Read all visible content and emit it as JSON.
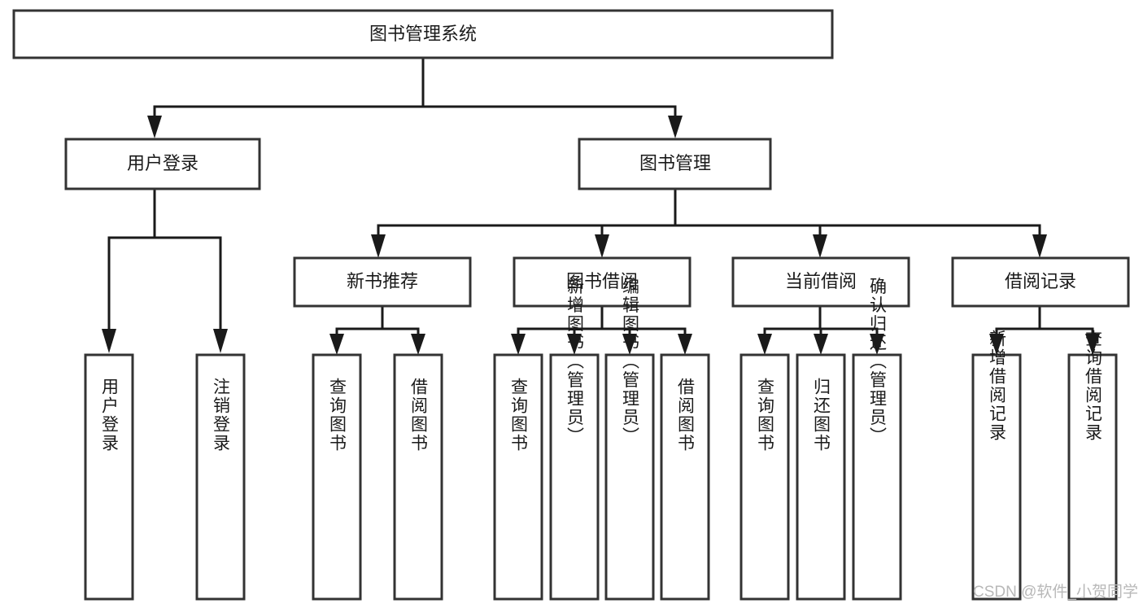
{
  "diagram": {
    "type": "tree-hierarchy",
    "title": "图书管理系统",
    "watermark": "CSDN @软件_小贺同学",
    "levels": {
      "root": {
        "label": "图书管理系统"
      },
      "level2": [
        {
          "id": "user-login",
          "label": "用户登录"
        },
        {
          "id": "book-management",
          "label": "图书管理"
        }
      ],
      "level3": [
        {
          "id": "new-book-recommend",
          "label": "新书推荐",
          "parent": "book-management"
        },
        {
          "id": "book-borrow",
          "label": "图书借阅",
          "parent": "book-management"
        },
        {
          "id": "current-borrow",
          "label": "当前借阅",
          "parent": "book-management"
        },
        {
          "id": "borrow-record",
          "label": "借阅记录",
          "parent": "book-management"
        }
      ],
      "leaves": [
        {
          "id": "leaf-user-login",
          "label": "用户登录",
          "parent": "user-login"
        },
        {
          "id": "leaf-logout-login",
          "label": "注销登录",
          "parent": "user-login"
        },
        {
          "id": "leaf-query-book-1",
          "label": "查询图书",
          "parent": "new-book-recommend"
        },
        {
          "id": "leaf-borrow-book-1",
          "label": "借阅图书",
          "parent": "new-book-recommend"
        },
        {
          "id": "leaf-query-book-2",
          "label": "查询图书",
          "parent": "book-borrow"
        },
        {
          "id": "leaf-add-book",
          "label": "新增图书（管理员）",
          "parent": "book-borrow"
        },
        {
          "id": "leaf-edit-book",
          "label": "编辑图书（管理员）",
          "parent": "book-borrow"
        },
        {
          "id": "leaf-borrow-book-2",
          "label": "借阅图书",
          "parent": "book-borrow"
        },
        {
          "id": "leaf-query-book-3",
          "label": "查询图书",
          "parent": "current-borrow"
        },
        {
          "id": "leaf-return-book",
          "label": "归还图书",
          "parent": "current-borrow"
        },
        {
          "id": "leaf-confirm-return",
          "label": "确认归还（管理员）",
          "parent": "current-borrow"
        },
        {
          "id": "leaf-add-record",
          "label": "新增借阅记录",
          "parent": "borrow-record"
        },
        {
          "id": "leaf-query-record",
          "label": "查询借阅记录",
          "parent": "borrow-record"
        }
      ]
    },
    "colors": {
      "box_stroke": "#333333",
      "box_fill": "#ffffff",
      "connector": "#1a1a1a",
      "text": "#1a1a1a",
      "watermark": "#b8b8b8",
      "background": "#ffffff"
    }
  }
}
